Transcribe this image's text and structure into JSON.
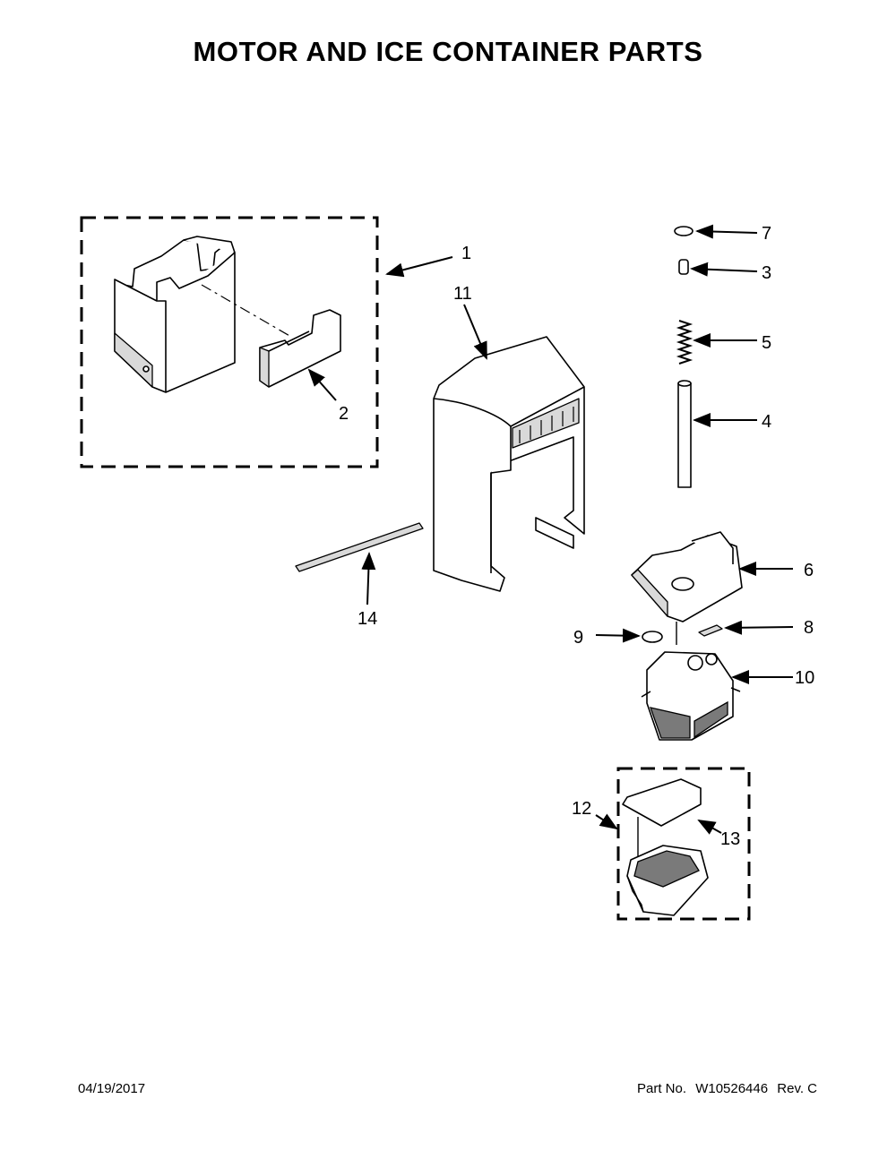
{
  "title": "MOTOR AND ICE CONTAINER PARTS",
  "footer": {
    "date": "04/19/2017",
    "part_label": "Part No.",
    "part_number": "W10526446",
    "revision": "Rev. C"
  },
  "callouts": {
    "c1": "1",
    "c2": "2",
    "c3": "3",
    "c4": "4",
    "c5": "5",
    "c6": "6",
    "c7": "7",
    "c8": "8",
    "c9": "9",
    "c10": "10",
    "c11": "11",
    "c12": "12",
    "c13": "13",
    "c14": "14"
  }
}
